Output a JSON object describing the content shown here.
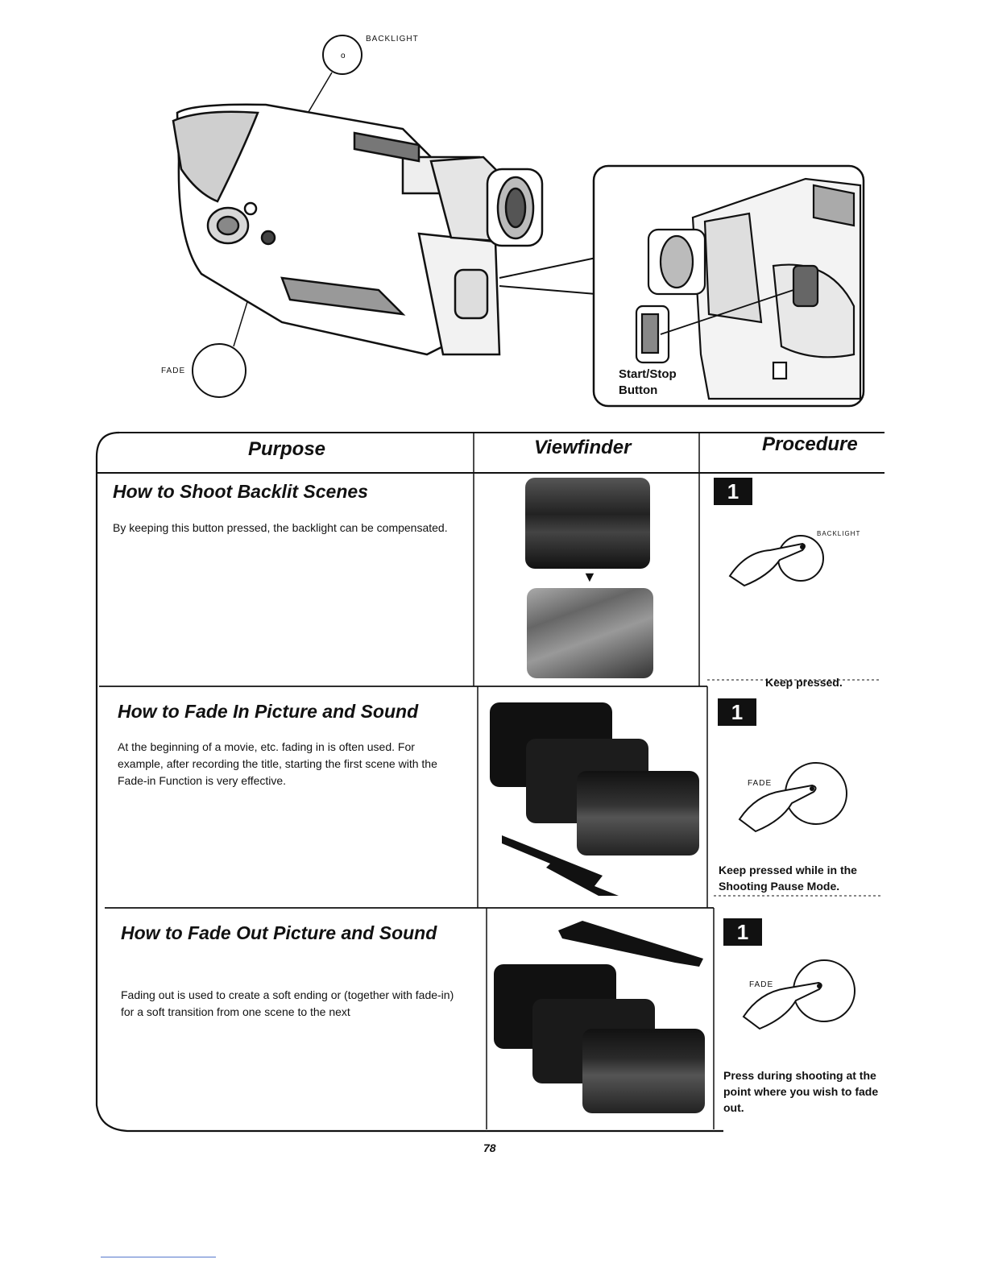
{
  "figure": {
    "backlight_label": "BACKLIGHT",
    "fade_label": "FADE",
    "start_stop_label": "Start/Stop\nButton"
  },
  "table": {
    "headers": {
      "purpose": "Purpose",
      "viewfinder": "Viewfinder",
      "procedure": "Procedure"
    },
    "rows": [
      {
        "title": "How to Shoot Backlit Scenes",
        "text": "By keeping this button pressed, the backlight can be compensated.",
        "step": "1",
        "button_label": "BACKLIGHT",
        "procedure": "Keep pressed."
      },
      {
        "title": "How to Fade In Picture and Sound",
        "text": "At the beginning of a movie, etc. fading in is often used. For example, after recording the title, starting the first scene with the Fade-in Function is very effective.",
        "step": "1",
        "button_label": "FADE",
        "procedure": "Keep pressed while in the Shooting Pause Mode."
      },
      {
        "title": "How to Fade Out Picture and Sound",
        "text": "Fading out is used to create a soft ending or (together with fade-in) for a soft transition from one scene to the next",
        "step": "1",
        "button_label": "FADE",
        "procedure": "Press during shooting at the point where you wish to fade out."
      }
    ]
  },
  "page_number": "78"
}
